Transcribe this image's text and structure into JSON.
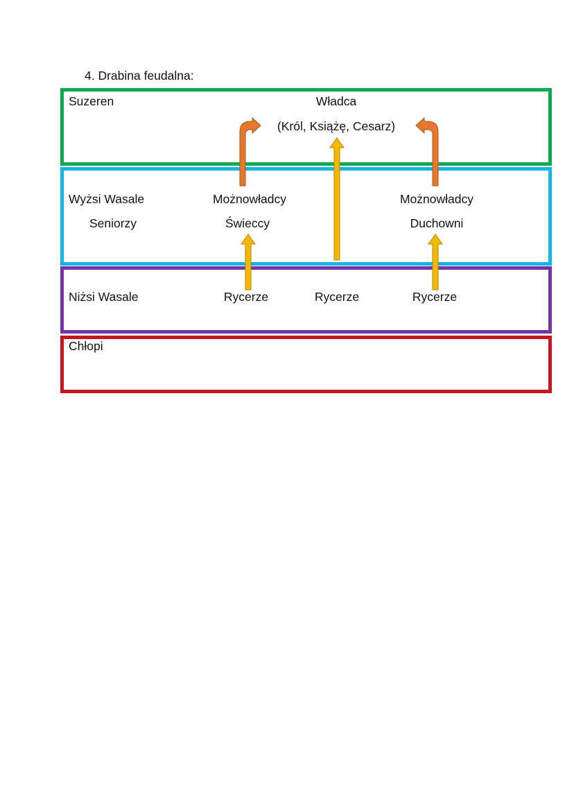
{
  "heading": "4.  Drabina feudalna:",
  "colors": {
    "suzeren_border": "#12a84e",
    "wyzsi_border": "#14b4e6",
    "nizsi_border": "#7433a8",
    "chlopi_border": "#c8141e",
    "orange_arrow": "#e8772e",
    "yellow_arrow": "#f5b800"
  },
  "tiers": {
    "suzeren": {
      "label": "Suzeren",
      "ruler": "Władca",
      "ruler_titles": "(Król, Książę, Cesarz)"
    },
    "wyzsi": {
      "label": "Wyżsi Wasale",
      "sublabel": "Seniorzy",
      "secular_line1": "Możnowładcy",
      "secular_line2": "Świeccy",
      "clergy_line1": "Możnowładcy",
      "clergy_line2": "Duchowni"
    },
    "nizsi": {
      "label": "Niżsi Wasale",
      "knights": [
        "Rycerze",
        "Rycerze",
        "Rycerze"
      ]
    },
    "chlopi": {
      "label": "Chłopi"
    }
  }
}
